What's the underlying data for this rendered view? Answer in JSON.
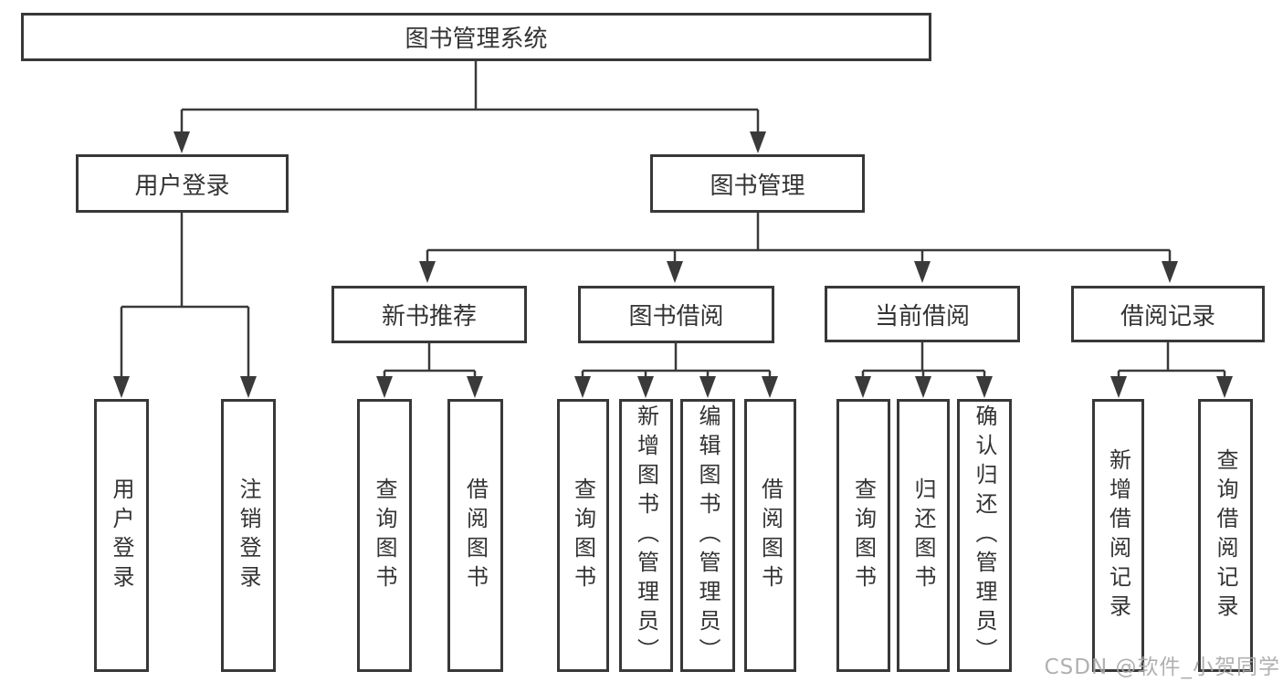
{
  "diagram": {
    "title_note": "functional structure diagram",
    "root": {
      "label": "图书管理系统"
    },
    "branches": [
      {
        "label": "用户登录",
        "children": [
          "用户登录",
          "注销登录"
        ]
      },
      {
        "label": "图书管理"
      }
    ],
    "modules": [
      {
        "label": "新书推荐",
        "children": [
          "查询图书",
          "借阅图书"
        ]
      },
      {
        "label": "图书借阅",
        "children": [
          "查询图书",
          "新增图书（管理员）",
          "编辑图书（管理员）",
          "借阅图书"
        ]
      },
      {
        "label": "当前借阅",
        "children": [
          "查询图书",
          "归还图书",
          "确认归还（管理员）"
        ]
      },
      {
        "label": "借阅记录",
        "children": [
          "新增借阅记录",
          "查询借阅记录"
        ]
      }
    ],
    "colors": {
      "line": "#3a3a3a",
      "border": "#383838",
      "text": "#333333",
      "watermark": "#a8a8a8"
    },
    "watermark": "CSDN @软件_小贺同学"
  }
}
